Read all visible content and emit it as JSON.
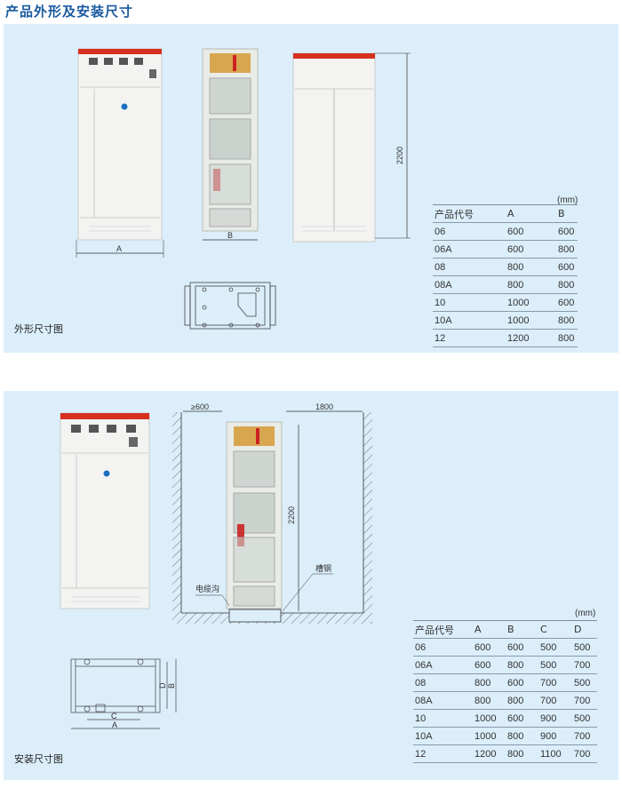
{
  "page_title": "产品外形及安装尺寸",
  "outline_section": {
    "caption": "外形尺寸图",
    "dim_labels": {
      "a": "A",
      "b": "B",
      "height": "2200"
    },
    "table": {
      "unit": "(mm)",
      "headers": [
        "产品代号",
        "A",
        "B"
      ],
      "rows": [
        [
          "06",
          "600",
          "600"
        ],
        [
          "06A",
          "600",
          "800"
        ],
        [
          "08",
          "800",
          "600"
        ],
        [
          "08A",
          "800",
          "800"
        ],
        [
          "10",
          "1000",
          "600"
        ],
        [
          "10A",
          "1000",
          "800"
        ],
        [
          "12",
          "1200",
          "800"
        ]
      ]
    }
  },
  "install_section": {
    "caption": "安装尺寸图",
    "dim_labels": {
      "front_clearance": "≥600",
      "rear_clearance": "1800",
      "height": "2200",
      "channel_steel": "槽钢",
      "cable_trench": "电缆沟",
      "a": "A",
      "b": "B",
      "c": "C",
      "d": "D"
    },
    "table": {
      "unit": "(mm)",
      "headers": [
        "产品代号",
        "A",
        "B",
        "C",
        "D"
      ],
      "rows": [
        [
          "06",
          "600",
          "600",
          "500",
          "500"
        ],
        [
          "06A",
          "600",
          "800",
          "500",
          "700"
        ],
        [
          "08",
          "800",
          "600",
          "700",
          "500"
        ],
        [
          "08A",
          "800",
          "800",
          "700",
          "700"
        ],
        [
          "10",
          "1000",
          "600",
          "900",
          "500"
        ],
        [
          "10A",
          "1000",
          "800",
          "900",
          "700"
        ],
        [
          "12",
          "1200",
          "800",
          "1100",
          "700"
        ]
      ]
    }
  },
  "colors": {
    "title": "#1b5aa0",
    "panel": "#dbeefa",
    "cabinet_red": "#d6301f"
  }
}
